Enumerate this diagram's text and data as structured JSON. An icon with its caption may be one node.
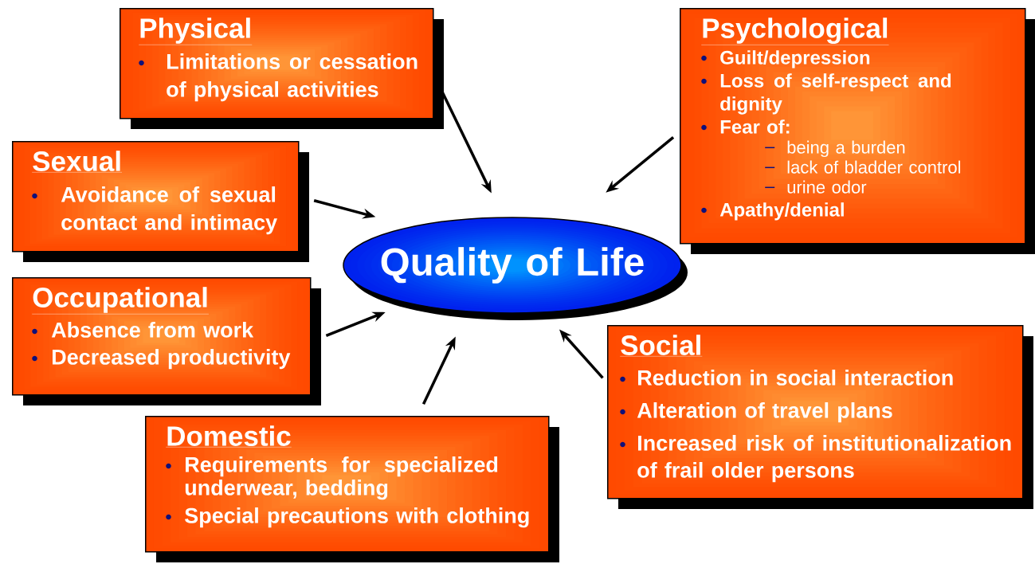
{
  "diagram": {
    "nodes": [
      {
        "text": [
          "Physical",
          "Limitations or cessation of physical activities"
        ]
      },
      {
        "text": [
          "Psychological",
          "Guilt/depression",
          "Loss of self-respect and dignity",
          "Fear of:",
          "being a burden",
          "lack of bladder control",
          "urine odor",
          "Apathy/denial"
        ]
      },
      {
        "text": [
          "Sexual",
          "Avoidance of sexual contact and intimacy"
        ]
      },
      {
        "text": [
          "Quality of Life"
        ]
      },
      {
        "text": [
          "Occupational",
          "Absence from work",
          "Decreased productivity"
        ]
      },
      {
        "text": [
          "Social",
          "Reduction in social interaction",
          "Alteration of travel plans",
          "Increased risk of institutionalization of frail older persons"
        ]
      },
      {
        "text": [
          "Domestic",
          "Requirements for specialized underwear, bedding",
          "Special precautions with clothing"
        ]
      }
    ],
    "edges": [
      {
        "from": 0,
        "to": 3,
        "arrow": "to"
      },
      {
        "from": 1,
        "to": 3,
        "arrow": "to"
      },
      {
        "from": 2,
        "to": 3,
        "arrow": "to"
      },
      {
        "from": 4,
        "to": 3,
        "arrow": "to"
      },
      {
        "from": 6,
        "to": 3,
        "arrow": "to"
      },
      {
        "from": 5,
        "to": 3,
        "arrow": "to"
      }
    ]
  }
}
